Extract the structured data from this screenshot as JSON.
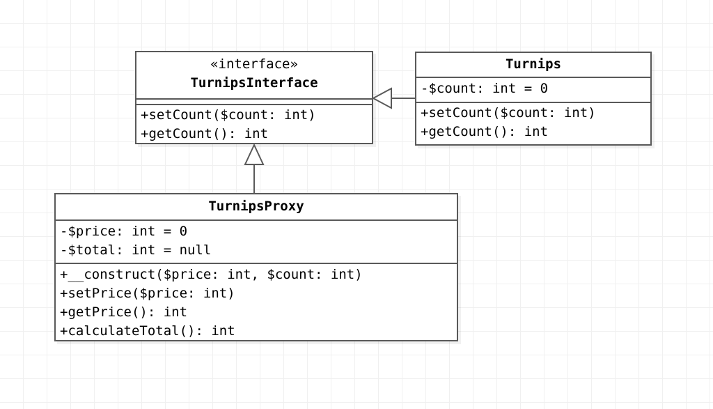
{
  "diagram": {
    "type": "uml-class-diagram",
    "classes": [
      {
        "id": "turnips-interface",
        "stereotype": "«interface»",
        "name": "TurnipsInterface",
        "attributes": [],
        "methods": [
          "+setCount($count: int)",
          "+getCount(): int"
        ]
      },
      {
        "id": "turnips",
        "stereotype": "",
        "name": "Turnips",
        "attributes": [
          "-$count: int = 0"
        ],
        "methods": [
          "+setCount($count: int)",
          "+getCount(): int"
        ]
      },
      {
        "id": "turnips-proxy",
        "stereotype": "",
        "name": "TurnipsProxy",
        "attributes": [
          "-$price: int = 0",
          "-$total: int = null"
        ],
        "methods": [
          "+__construct($price: int, $count: int)",
          "+setPrice($price: int)",
          "+getPrice(): int",
          "+calculateTotal(): int"
        ]
      }
    ],
    "relationships": [
      {
        "id": "turnips-implements-interface",
        "kind": "realization",
        "from": "Turnips",
        "to": "TurnipsInterface",
        "arrow": "hollow-triangle",
        "direction": "left"
      },
      {
        "id": "proxy-implements-interface",
        "kind": "realization",
        "from": "TurnipsProxy",
        "to": "TurnipsInterface",
        "arrow": "hollow-triangle",
        "direction": "up"
      }
    ],
    "colors": {
      "background": "#ffffff",
      "grid": "#f0f0f0",
      "box_border": "#595959",
      "box_fill": "#ffffff",
      "text": "#000000",
      "connector": "#595959"
    }
  }
}
